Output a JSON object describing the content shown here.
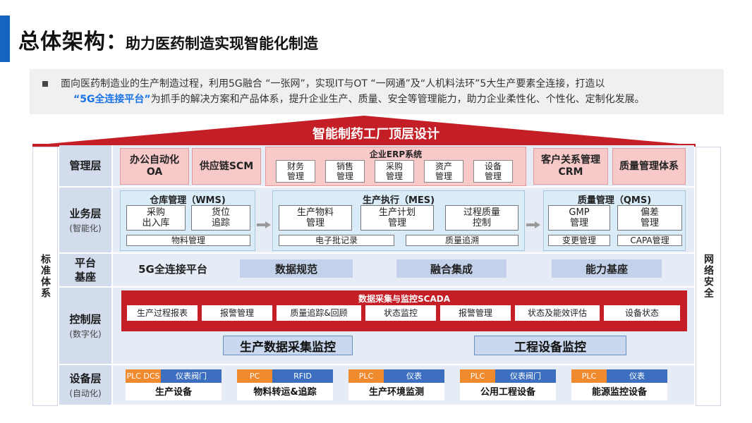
{
  "header": {
    "title": "总体架构：",
    "subtitle": "助力医药制造实现智能化制造"
  },
  "intro": {
    "line1": "面向医药制造业的生产制造过程，利用5G融合 “一张网”，实现IT与OT “一网通”及“人机料法环”5大生产要素全连接，打造以",
    "line2_highlight": "“5G全连接平台”",
    "line2_rest": "为抓手的解决方案和产品体系，提升企业生产、质量、安全等管理能力，助力企业柔性化、个性化、定制化发展。"
  },
  "roof": {
    "title": "智能制药工厂顶层设计",
    "color": "#c41f26"
  },
  "side": {
    "left": "标准体系",
    "right": "网络安全"
  },
  "layers": {
    "management": {
      "label": "管理层",
      "oa": "办公自动化\nOA",
      "scm": "供应链SCM",
      "erp_title": "企业ERP系统",
      "erp_items": [
        "财务\n管理",
        "销售\n管理",
        "采购\n管理",
        "资产\n管理",
        "设备\n管理"
      ],
      "crm": "客户关系管理\nCRM",
      "qms_sys": "质量管理体系"
    },
    "business": {
      "label": "业务层",
      "sub": "(智能化)",
      "wms": {
        "title": "仓库管理（WMS)",
        "items": [
          "采购\n出入库",
          "货位\n追踪"
        ],
        "bar": "物料管理"
      },
      "mes": {
        "title": "生产执行（MES)",
        "items": [
          "生产物料\n管理",
          "生产计划\n管理",
          "过程质量\n控制"
        ],
        "bars": [
          "电子批记录",
          "质量追溯"
        ]
      },
      "qms": {
        "title": "质量管理（QMS)",
        "items": [
          "GMP\n管理",
          "偏差\n管理"
        ],
        "bars": [
          "变更管理",
          "CAPA管理"
        ]
      }
    },
    "platform": {
      "label": "平台\n基座",
      "items": [
        "5G全连接平台",
        "数据规范",
        "融合集成",
        "能力基座"
      ]
    },
    "control": {
      "label": "控制层",
      "sub": "(数字化)",
      "scada_title": "数据采集与监控SCADA",
      "scada_items": [
        "生产过程报表",
        "报警管理",
        "质量追踪&回顾",
        "状态监控",
        "报警管理",
        "状态及能效评估",
        "设备状态"
      ],
      "monitors": [
        "生产数据采集监控",
        "工程设备监控"
      ]
    },
    "device": {
      "label": "设备层",
      "sub": "(自动化)",
      "boxes": [
        {
          "tag1": "PLC DCS",
          "tag2": "仪表阀门",
          "label": "生产设备"
        },
        {
          "tag1": "PC",
          "tag2": "RFID",
          "label": "物料转运&追踪"
        },
        {
          "tag1": "PLC",
          "tag2": "仪表",
          "label": "生产环境监测"
        },
        {
          "tag1": "PLC",
          "tag2": "仪表阀门",
          "label": "公用工程设备"
        },
        {
          "tag1": "PLC",
          "tag2": "仪表",
          "label": "能源监控设备"
        }
      ]
    }
  }
}
